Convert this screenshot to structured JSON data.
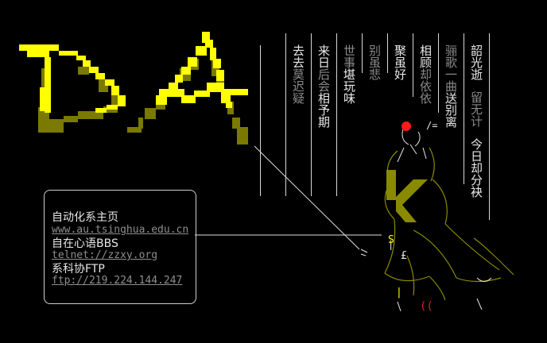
{
  "logo": {
    "text": "DA"
  },
  "poem": {
    "col1": {
      "hi": "韶光逝",
      "lo": "留无计",
      "hi2": "今日却分袂"
    },
    "col2": {
      "lo": "骊歌一曲",
      "hi": "送别离"
    },
    "col3": {
      "hi": "相顾",
      "lo": "却依依"
    },
    "col4": {
      "hi": "聚虽好"
    },
    "col5": {
      "lo": "别虽悲"
    },
    "col6": {
      "lo": "世事",
      "hi": "堪玩味"
    },
    "col7": {
      "hi": "来日",
      "lo": "后会",
      "hi2": "相予期"
    },
    "col8": {
      "hi": "去去",
      "lo": "莫迟疑"
    }
  },
  "links": [
    {
      "title": "自动化系主页",
      "url": "www.au.tsinghua.edu.cn"
    },
    {
      "title": "自在心语BBS",
      "url": "telnet://zzxy.org"
    },
    {
      "title": "系科协FTP",
      "url": "ftp://219.224.144.247"
    }
  ],
  "colors": {
    "accent": "#ffff00",
    "olive": "#7a7a00",
    "figure": "#8a8a00",
    "dot": "#ff1a1a",
    "lines": "#d8d8d8"
  }
}
